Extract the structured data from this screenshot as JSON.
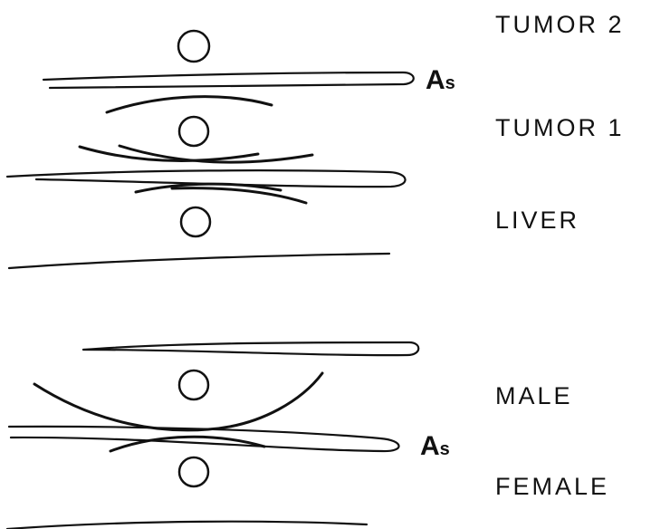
{
  "labels": {
    "tumor2": "TUMOR 2",
    "tumor1": "TUMOR 1",
    "liver": "LIVER",
    "male": "MALE",
    "female": "FEMALE"
  },
  "as_marker": {
    "top": {
      "main": "A",
      "sub": "s"
    },
    "bottom": {
      "main": "A",
      "sub": "s"
    }
  },
  "colors": {
    "ink": "#111111",
    "background": "#ffffff"
  }
}
